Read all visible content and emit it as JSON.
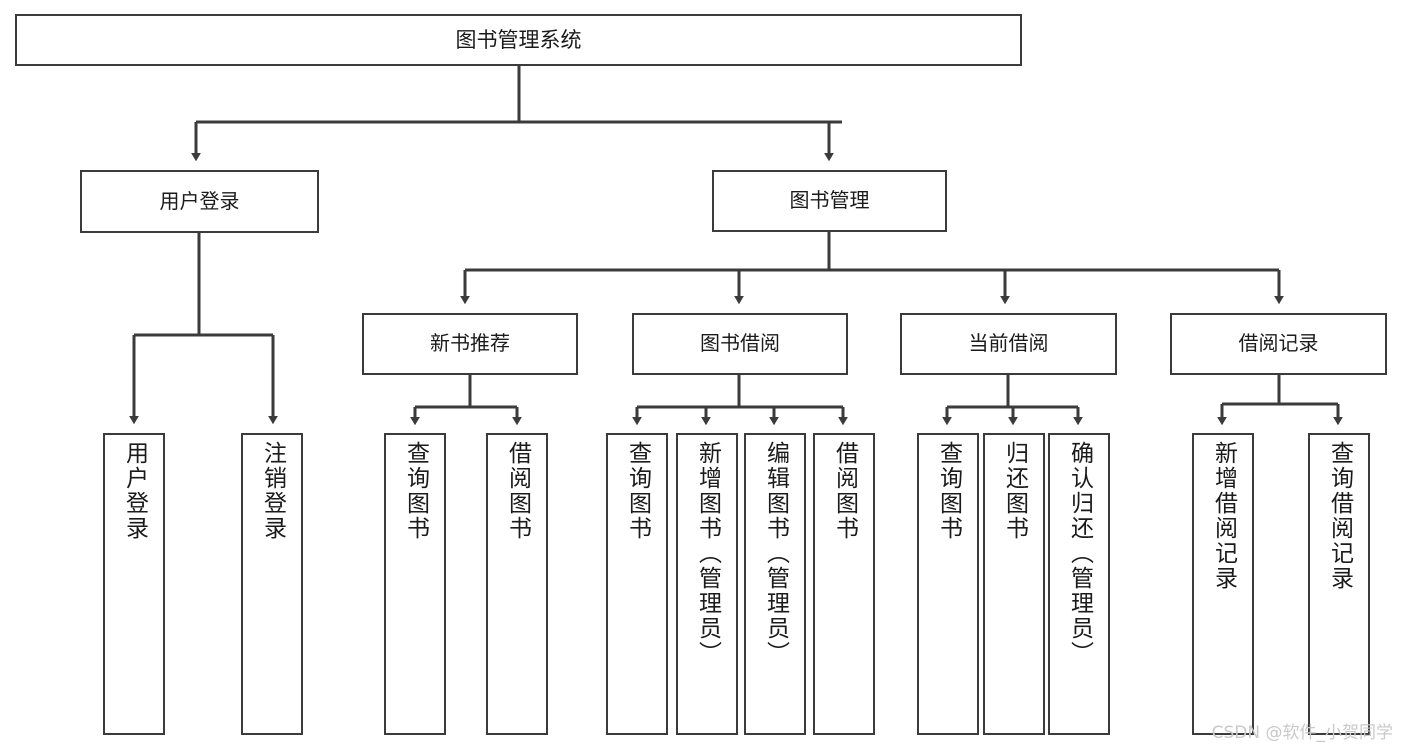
{
  "diagram": {
    "title": "图书管理系统",
    "type": "tree-hierarchy-chart",
    "watermark": "CSDN @软件_小贺同学",
    "colors": {
      "box_border": "#3b3b3b",
      "box_fill": "#ffffff",
      "edge": "#3b3b3b",
      "text": "#1b1b1b",
      "watermark": "#c9c9c9"
    }
  },
  "nodes": {
    "root": {
      "label": "图书管理系统"
    },
    "level1": [
      {
        "label": "用户登录"
      },
      {
        "label": "图书管理"
      }
    ],
    "level2": [
      {
        "label": "新书推荐"
      },
      {
        "label": "图书借阅"
      },
      {
        "label": "当前借阅"
      },
      {
        "label": "借阅记录"
      }
    ],
    "leaves": {
      "user_login": [
        {
          "label": "用户登录"
        },
        {
          "label": "注销登录"
        }
      ],
      "new_book_recommend": [
        {
          "label": "查询图书"
        },
        {
          "label": "借阅图书"
        }
      ],
      "book_borrow": [
        {
          "label": "查询图书"
        },
        {
          "label": "新增图书（管理员）"
        },
        {
          "label": "编辑图书（管理员）"
        },
        {
          "label": "借阅图书"
        }
      ],
      "current_borrow": [
        {
          "label": "查询图书"
        },
        {
          "label": "归还图书"
        },
        {
          "label": "确认归还（管理员）"
        }
      ],
      "borrow_record": [
        {
          "label": "新增借阅记录"
        },
        {
          "label": "查询借阅记录"
        }
      ]
    }
  }
}
